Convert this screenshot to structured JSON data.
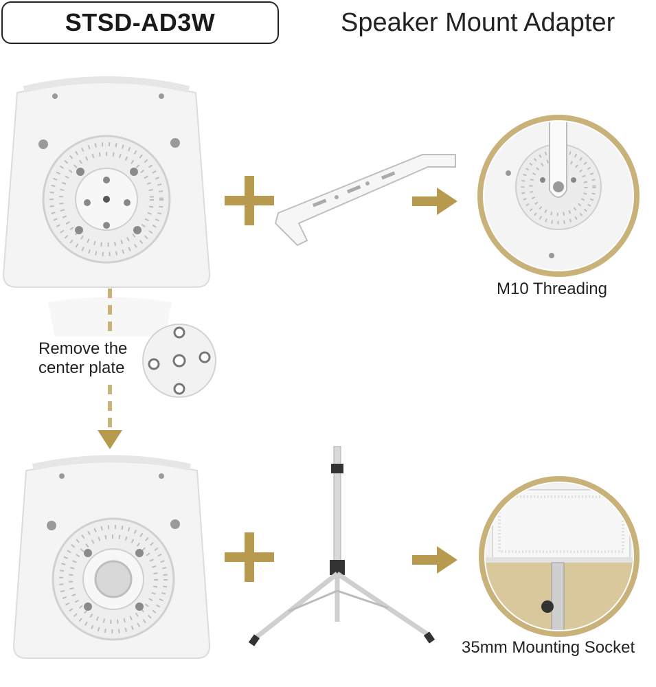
{
  "header": {
    "model": "STSD-AD3W",
    "subtitle": "Speaker Mount Adapter"
  },
  "steps": {
    "remove_line1": "Remove the",
    "remove_line2": "center plate"
  },
  "results": {
    "top": "M10 Threading",
    "bottom": "35mm Mounting Socket"
  },
  "colors": {
    "accent": "#b89a4e",
    "accent_light": "#c9b27a",
    "speaker_white": "#f4f4f4",
    "text": "#222222"
  }
}
